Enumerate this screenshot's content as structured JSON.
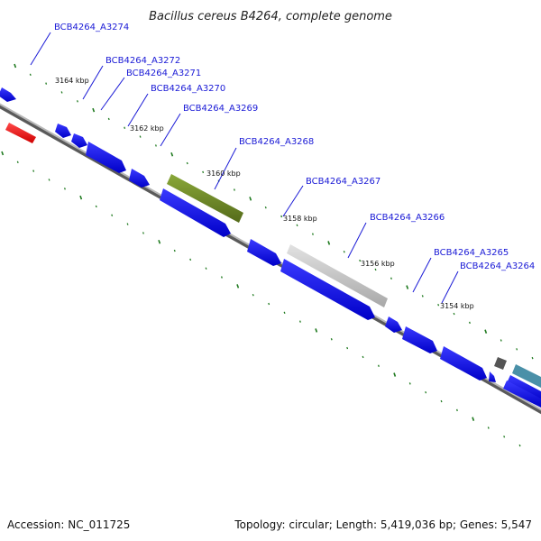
{
  "title": "Bacillus cereus B4264, complete genome",
  "footer": {
    "accession": "Accession: NC_011725",
    "summary": "Topology: circular; Length: 5,419,036 bp; Genes: 5,547"
  },
  "colors": {
    "background": "#ffffff",
    "backbone": "#7a7a7a",
    "label": "#1a1ad6",
    "tick": "#1f7a1f",
    "gene_blue": "#1010ee",
    "gene_red": "#ee1111",
    "gene_olive": "#6b8e23",
    "gene_gray": "#c8c8c8",
    "gene_dark": "#555555",
    "gene_teal": "#4a90a8"
  },
  "kbp_labels": [
    "3164 kbp",
    "3162 kbp",
    "3160 kbp",
    "3158 kbp",
    "3156 kbp",
    "3154 kbp"
  ],
  "gene_labels": [
    "BCB4264_A3274",
    "BCB4264_A3272",
    "BCB4264_A3271",
    "BCB4264_A3270",
    "BCB4264_A3269",
    "BCB4264_A3268",
    "BCB4264_A3267",
    "BCB4264_A3266",
    "BCB4264_A3265",
    "BCB4264_A3264"
  ]
}
